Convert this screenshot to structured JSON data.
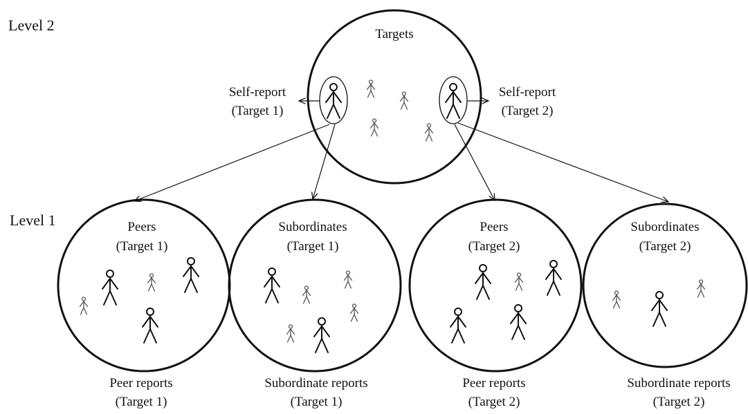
{
  "levels": {
    "level2": "Level 2",
    "level1": "Level 1"
  },
  "targets_circle": {
    "title": "Targets"
  },
  "self_reports": [
    {
      "line1": "Self-report",
      "line2": "(Target 1)"
    },
    {
      "line1": "Self-report",
      "line2": "(Target 2)"
    }
  ],
  "groups": [
    {
      "title": "Peers",
      "target": "(Target 1)",
      "report_line1": "Peer reports",
      "report_line2": "(Target 1)"
    },
    {
      "title": "Subordinates",
      "target": "(Target 1)",
      "report_line1": "Subordinate reports",
      "report_line2": "(Target 1)"
    },
    {
      "title": "Peers",
      "target": "(Target 2)",
      "report_line1": "Peer reports",
      "report_line2": "(Target 2)"
    },
    {
      "title": "Subordinates",
      "target": "(Target 2)",
      "report_line1": "Subordinate reports",
      "report_line2": "(Target 2)"
    }
  ],
  "colors": {
    "ink": "#111111",
    "figure_small": "#555555"
  },
  "icons": {
    "person": "stick-figure-icon",
    "arrow": "arrow-icon"
  }
}
